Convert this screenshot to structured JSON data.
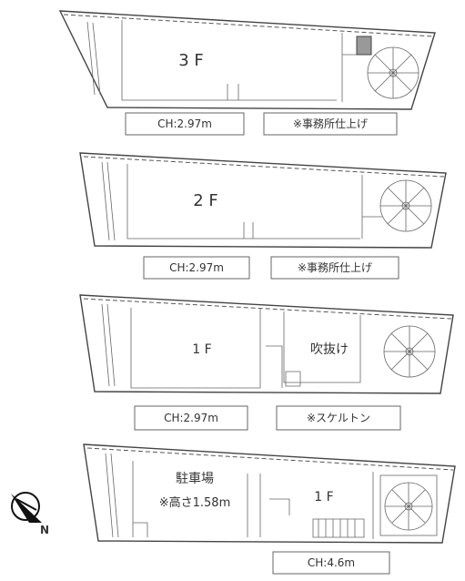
{
  "floors": [
    {
      "name": "3 F",
      "ceiling": "CH:2.97m",
      "note": "※事務所仕上げ"
    },
    {
      "name": "2 F",
      "ceiling": "CH:2.97m",
      "note": "※事務所仕上げ"
    },
    {
      "name": "1 F",
      "extra_room": "吹抜け",
      "ceiling": "CH:2.97m",
      "note": "※スケルトン"
    },
    {
      "name": "1 F",
      "parking_label": "駐車場",
      "parking_height": "※高さ1.58m",
      "ceiling": "CH:4.6m"
    }
  ],
  "compass": {
    "letter": "N",
    "icon": "north-arrow-icon"
  }
}
